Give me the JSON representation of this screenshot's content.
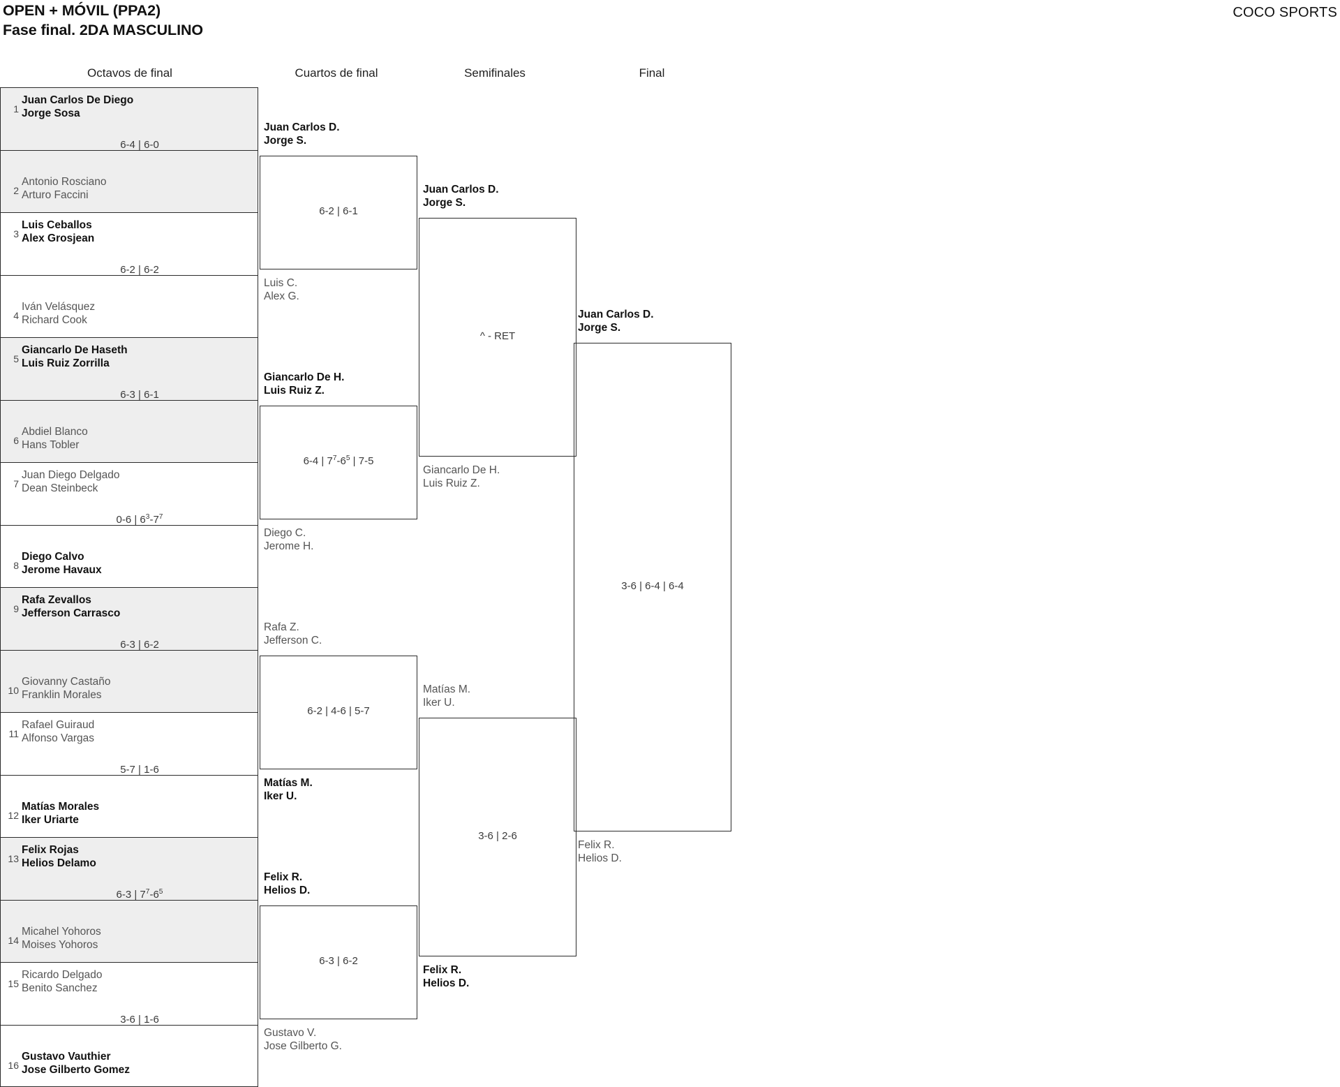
{
  "header": {
    "title_line1": "OPEN + MÓVIL (PPA2)",
    "title_line2": "Fase final. 2DA MASCULINO",
    "brand": "COCO SPORTS"
  },
  "rounds": [
    {
      "label": "Octavos de final"
    },
    {
      "label": "Cuartos de final"
    },
    {
      "label": "Semifinales"
    },
    {
      "label": "Final"
    }
  ],
  "r1": {
    "slots": [
      {
        "seed": "1",
        "p1": "Juan Carlos De Diego",
        "p2": "Jorge Sosa",
        "won": true
      },
      {
        "seed": "2",
        "p1": "Antonio Rosciano",
        "p2": "Arturo Faccini",
        "won": false
      },
      {
        "seed": "3",
        "p1": "Luis Ceballos",
        "p2": "Alex Grosjean",
        "won": true
      },
      {
        "seed": "4",
        "p1": "Iván Velásquez",
        "p2": "Richard Cook",
        "won": false
      },
      {
        "seed": "5",
        "p1": "Giancarlo De Haseth",
        "p2": "Luis Ruiz Zorrilla",
        "won": true
      },
      {
        "seed": "6",
        "p1": "Abdiel Blanco",
        "p2": "Hans Tobler",
        "won": false
      },
      {
        "seed": "7",
        "p1": "Juan Diego Delgado",
        "p2": "Dean Steinbeck",
        "won": false
      },
      {
        "seed": "8",
        "p1": "Diego Calvo",
        "p2": "Jerome Havaux",
        "won": true
      },
      {
        "seed": "9",
        "p1": "Rafa Zevallos",
        "p2": "Jefferson Carrasco",
        "won": true
      },
      {
        "seed": "10",
        "p1": "Giovanny Castaño",
        "p2": "Franklin Morales",
        "won": false
      },
      {
        "seed": "11",
        "p1": "Rafael Guiraud",
        "p2": "Alfonso Vargas",
        "won": false
      },
      {
        "seed": "12",
        "p1": "Matías Morales",
        "p2": "Iker Uriarte",
        "won": true
      },
      {
        "seed": "13",
        "p1": "Felix Rojas",
        "p2": "Helios Delamo",
        "won": true
      },
      {
        "seed": "14",
        "p1": "Micahel Yohoros",
        "p2": "Moises Yohoros",
        "won": false
      },
      {
        "seed": "15",
        "p1": "Ricardo Delgado",
        "p2": "Benito Sanchez",
        "won": false
      },
      {
        "seed": "16",
        "p1": "Gustavo Vauthier",
        "p2": "Jose Gilberto Gomez",
        "won": true
      }
    ],
    "scores": [
      "6-4 | 6-0",
      "6-2 | 6-2",
      "6-3 | 6-1",
      "0-6 | 6<sup>3</sup>-7<sup>7</sup>",
      "6-3 | 6-2",
      "5-7 | 1-6",
      "6-3 | 7<sup>7</sup>-6<sup>5</sup>",
      "3-6 | 1-6"
    ]
  },
  "r2": {
    "entries": [
      {
        "p1": "Juan Carlos D.",
        "p2": "Jorge S.",
        "won": true
      },
      {
        "p1": "Luis C.",
        "p2": "Alex G.",
        "won": false
      },
      {
        "p1": "Giancarlo De H.",
        "p2": "Luis Ruiz Z.",
        "won": true
      },
      {
        "p1": "Diego C.",
        "p2": "Jerome H.",
        "won": false
      },
      {
        "p1": "Rafa Z.",
        "p2": "Jefferson C.",
        "won": false
      },
      {
        "p1": "Matías M.",
        "p2": "Iker U.",
        "won": true
      },
      {
        "p1": "Felix R.",
        "p2": "Helios D.",
        "won": true
      },
      {
        "p1": "Gustavo V.",
        "p2": "Jose Gilberto G.",
        "won": false
      }
    ],
    "scores": [
      "6-2 | 6-1",
      "6-4 | 7<sup>7</sup>-6<sup>5</sup> | 7-5",
      "6-2 | 4-6 | 5-7",
      "6-3 | 6-2"
    ]
  },
  "r3": {
    "entries": [
      {
        "p1": "Juan Carlos D.",
        "p2": "Jorge S.",
        "won": true
      },
      {
        "p1": "Giancarlo De H.",
        "p2": "Luis Ruiz Z.",
        "won": false
      },
      {
        "p1": "Matías M.",
        "p2": "Iker U.",
        "won": false
      },
      {
        "p1": "Felix R.",
        "p2": "Helios D.",
        "won": true
      }
    ],
    "scores": [
      "^ - RET",
      "3-6 | 2-6"
    ]
  },
  "r4": {
    "entries": [
      {
        "p1": "Juan Carlos D.",
        "p2": "Jorge S.",
        "won": true
      },
      {
        "p1": "Felix R.",
        "p2": "Helios D.",
        "won": false
      }
    ],
    "scores": [
      "3-6 | 6-4 | 6-4"
    ]
  }
}
